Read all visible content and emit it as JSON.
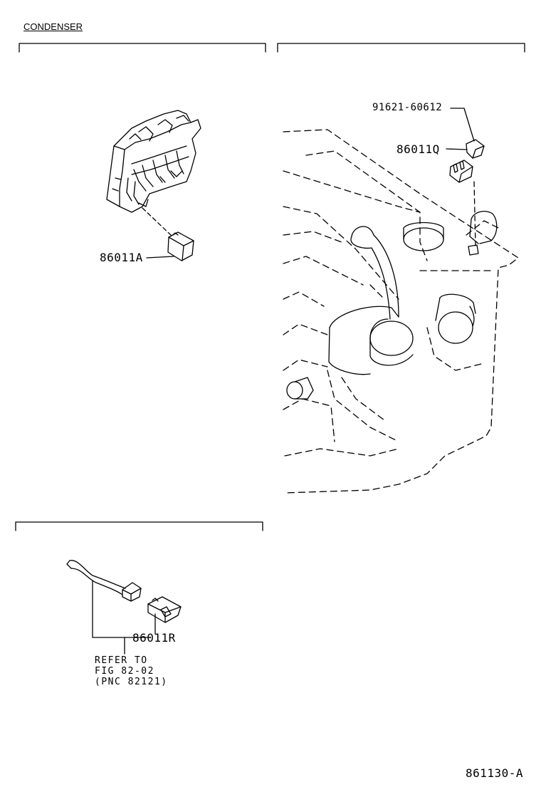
{
  "section_title": "CONDENSER",
  "callouts": {
    "part_a": "86011A",
    "part_bolt": "91621-60612",
    "part_q": "86011Q",
    "part_r": "86011R"
  },
  "reference_note": {
    "line1": "REFER TO",
    "line2": "FIG 82-02",
    "line3": "(PNC 82121)"
  },
  "figure_number": "861130-A"
}
